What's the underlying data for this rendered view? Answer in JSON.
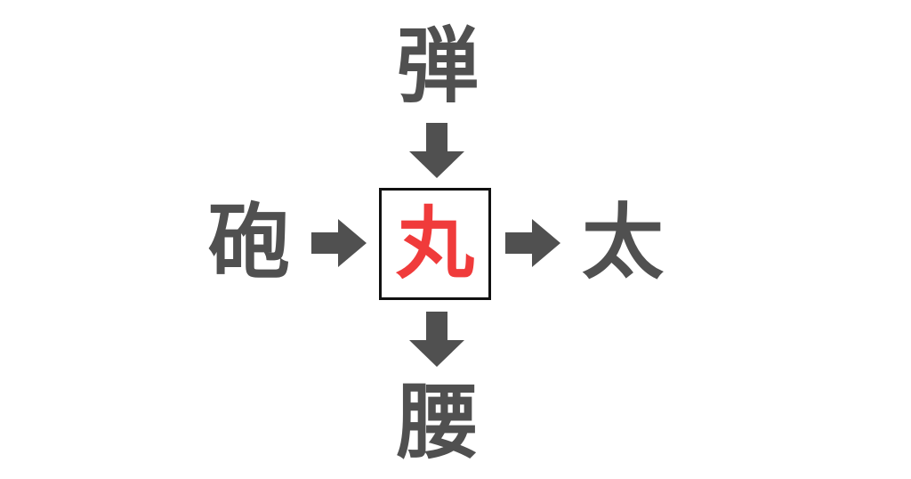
{
  "puzzle": {
    "top": "弾",
    "left": "砲",
    "right": "太",
    "bottom": "腰",
    "answer": "丸"
  },
  "colors": {
    "kanji": "#505050",
    "answer": "#f03b3b",
    "arrow": "#505050",
    "box_border": "#111111"
  },
  "icons": {
    "arrow_top": "arrow-down-icon",
    "arrow_bottom": "arrow-down-icon",
    "arrow_left": "arrow-right-icon",
    "arrow_right": "arrow-right-icon"
  }
}
